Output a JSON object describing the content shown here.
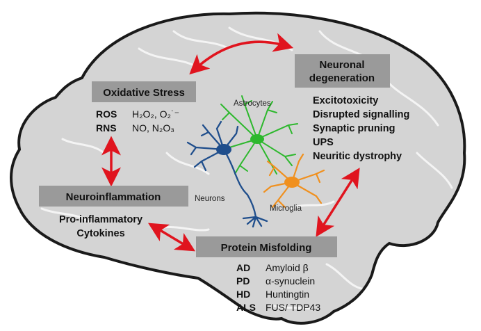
{
  "oxidative_stress": {
    "title": "Oxidative Stress",
    "rows": [
      {
        "abbr": "ROS",
        "value_html": "H₂O₂, O₂˙⁻"
      },
      {
        "abbr": "RNS",
        "value_html": "NO, N₂O₃"
      }
    ]
  },
  "neuronal_degeneration": {
    "title_line1": "Neuronal",
    "title_line2": "degeneration",
    "items": [
      "Excitotoxicity",
      "Disrupted signalling",
      "Synaptic pruning",
      "UPS",
      "Neuritic dystrophy"
    ]
  },
  "neuroinflammation": {
    "title": "Neuroinflammation",
    "line1": "Pro-inflammatory",
    "line2": "Cytokines"
  },
  "protein_misfolding": {
    "title": "Protein Misfolding",
    "rows": [
      {
        "abbr": "AD",
        "value": "Amyloid β"
      },
      {
        "abbr": "PD",
        "value": "α-synuclein"
      },
      {
        "abbr": "HD",
        "value": "Huntingtin"
      },
      {
        "abbr": "ALS",
        "value": "FUS/ TDP43"
      }
    ]
  },
  "cells": {
    "astrocytes": "Astrocytes",
    "neurons": "Neurons",
    "microglia": "Microglia"
  },
  "colors": {
    "brain_fill": "#d4d4d4",
    "brain_outline": "#1a1a1a",
    "box_fill": "#9a9a9a",
    "arrow": "#e0141e",
    "neuron": "#1f4e8c",
    "astrocyte": "#2db82d",
    "microglia": "#f0901e"
  }
}
